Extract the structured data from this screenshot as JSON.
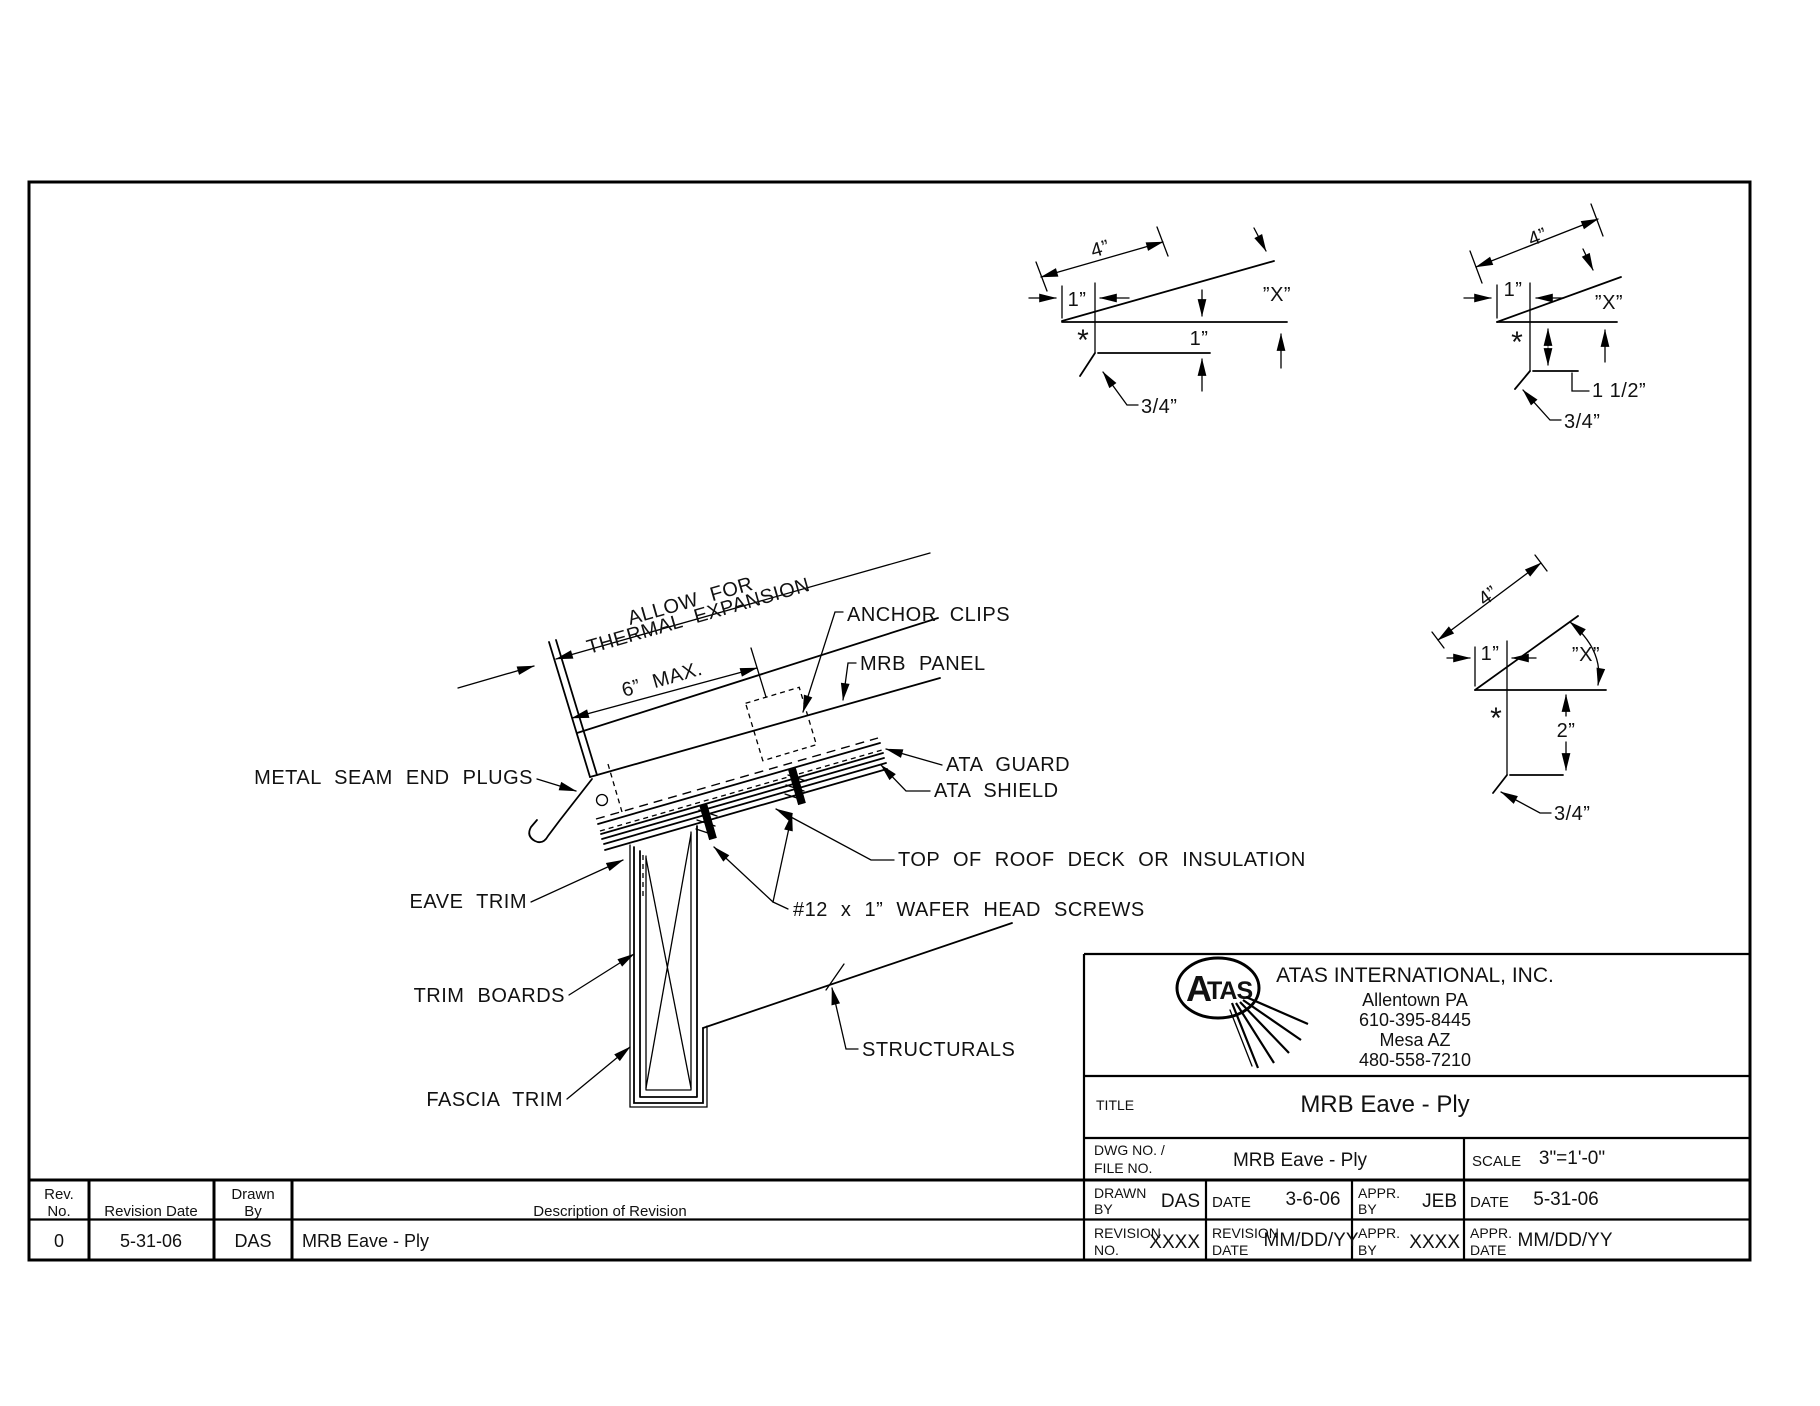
{
  "drawing_labels": {
    "allow_for": "ALLOW FOR",
    "thermal_expansion": "THERMAL EXPANSION",
    "six_max": "6” MAX.",
    "anchor_clips": "ANCHOR CLIPS",
    "mrb_panel": "MRB PANEL",
    "metal_seam_end_plugs": "METAL SEAM END PLUGS",
    "ata_guard": "ATA GUARD",
    "ata_shield": "ATA SHIELD",
    "top_of_roof_deck": "TOP OF ROOF DECK OR INSULATION",
    "eave_trim": "EAVE TRIM",
    "wafer_screws": "#12 x 1” WAFER HEAD SCREWS",
    "trim_boards": "TRIM BOARDS",
    "structurals": "STRUCTURALS",
    "fascia_trim": "FASCIA TRIM"
  },
  "profiles": {
    "p1": {
      "len": "4”",
      "offset": "1”",
      "x": "”X”",
      "hem": "1”",
      "kick": "3/4”",
      "star": "*"
    },
    "p2": {
      "len": "4”",
      "offset": "1”",
      "x": "”X”",
      "hem": "1 1/2”",
      "kick": "3/4”",
      "star": "*"
    },
    "p3": {
      "len": "4”",
      "offset": "1”",
      "x": "”X”",
      "hem": "2”",
      "kick": "3/4”",
      "star": "*"
    }
  },
  "title_block": {
    "logo_a": "A",
    "logo_tas": "TAS",
    "company_name": "ATAS INTERNATIONAL, INC.",
    "company_city1": "Allentown PA",
    "company_phone1": "610-395-8445",
    "company_city2": "Mesa AZ",
    "company_phone2": "480-558-7210",
    "title_label": "TITLE",
    "title_value": "MRB Eave - Ply",
    "dwg_label1": "DWG NO. /",
    "dwg_label2": "FILE NO.",
    "dwg_value": "MRB Eave - Ply",
    "scale_label": "SCALE",
    "scale_value": "3\"=1'-0\"",
    "drawn_label1": "DRAWN",
    "drawn_label2": "BY",
    "drawn_value": "DAS",
    "date_label": "DATE",
    "date_value": "3-6-06",
    "appr_label1": "APPR.",
    "appr_label2": "BY",
    "appr_value": "JEB",
    "appr_date_label": "DATE",
    "appr_date_value": "5-31-06",
    "rev_no_label1": "REVISION",
    "rev_no_label2": "NO.",
    "rev_no_value": "XXXX",
    "rev_date_label1": "REVISION",
    "rev_date_label2": "DATE",
    "rev_date_value": "MM/DD/YY",
    "appr_by2_label1": "APPR.",
    "appr_by2_label2": "BY",
    "appr_by2_value": "XXXX",
    "appr_date2_label1": "APPR.",
    "appr_date2_label2": "DATE",
    "appr_date2_value": "MM/DD/YY"
  },
  "revision_table": {
    "hdr_rev1": "Rev.",
    "hdr_rev2": "No.",
    "hdr_date": "Revision Date",
    "hdr_drawn1": "Drawn",
    "hdr_drawn2": "By",
    "hdr_desc": "Description of Revision",
    "row_rev": "0",
    "row_date": "5-31-06",
    "row_drawn": "DAS",
    "row_desc": "MRB Eave - Ply"
  }
}
